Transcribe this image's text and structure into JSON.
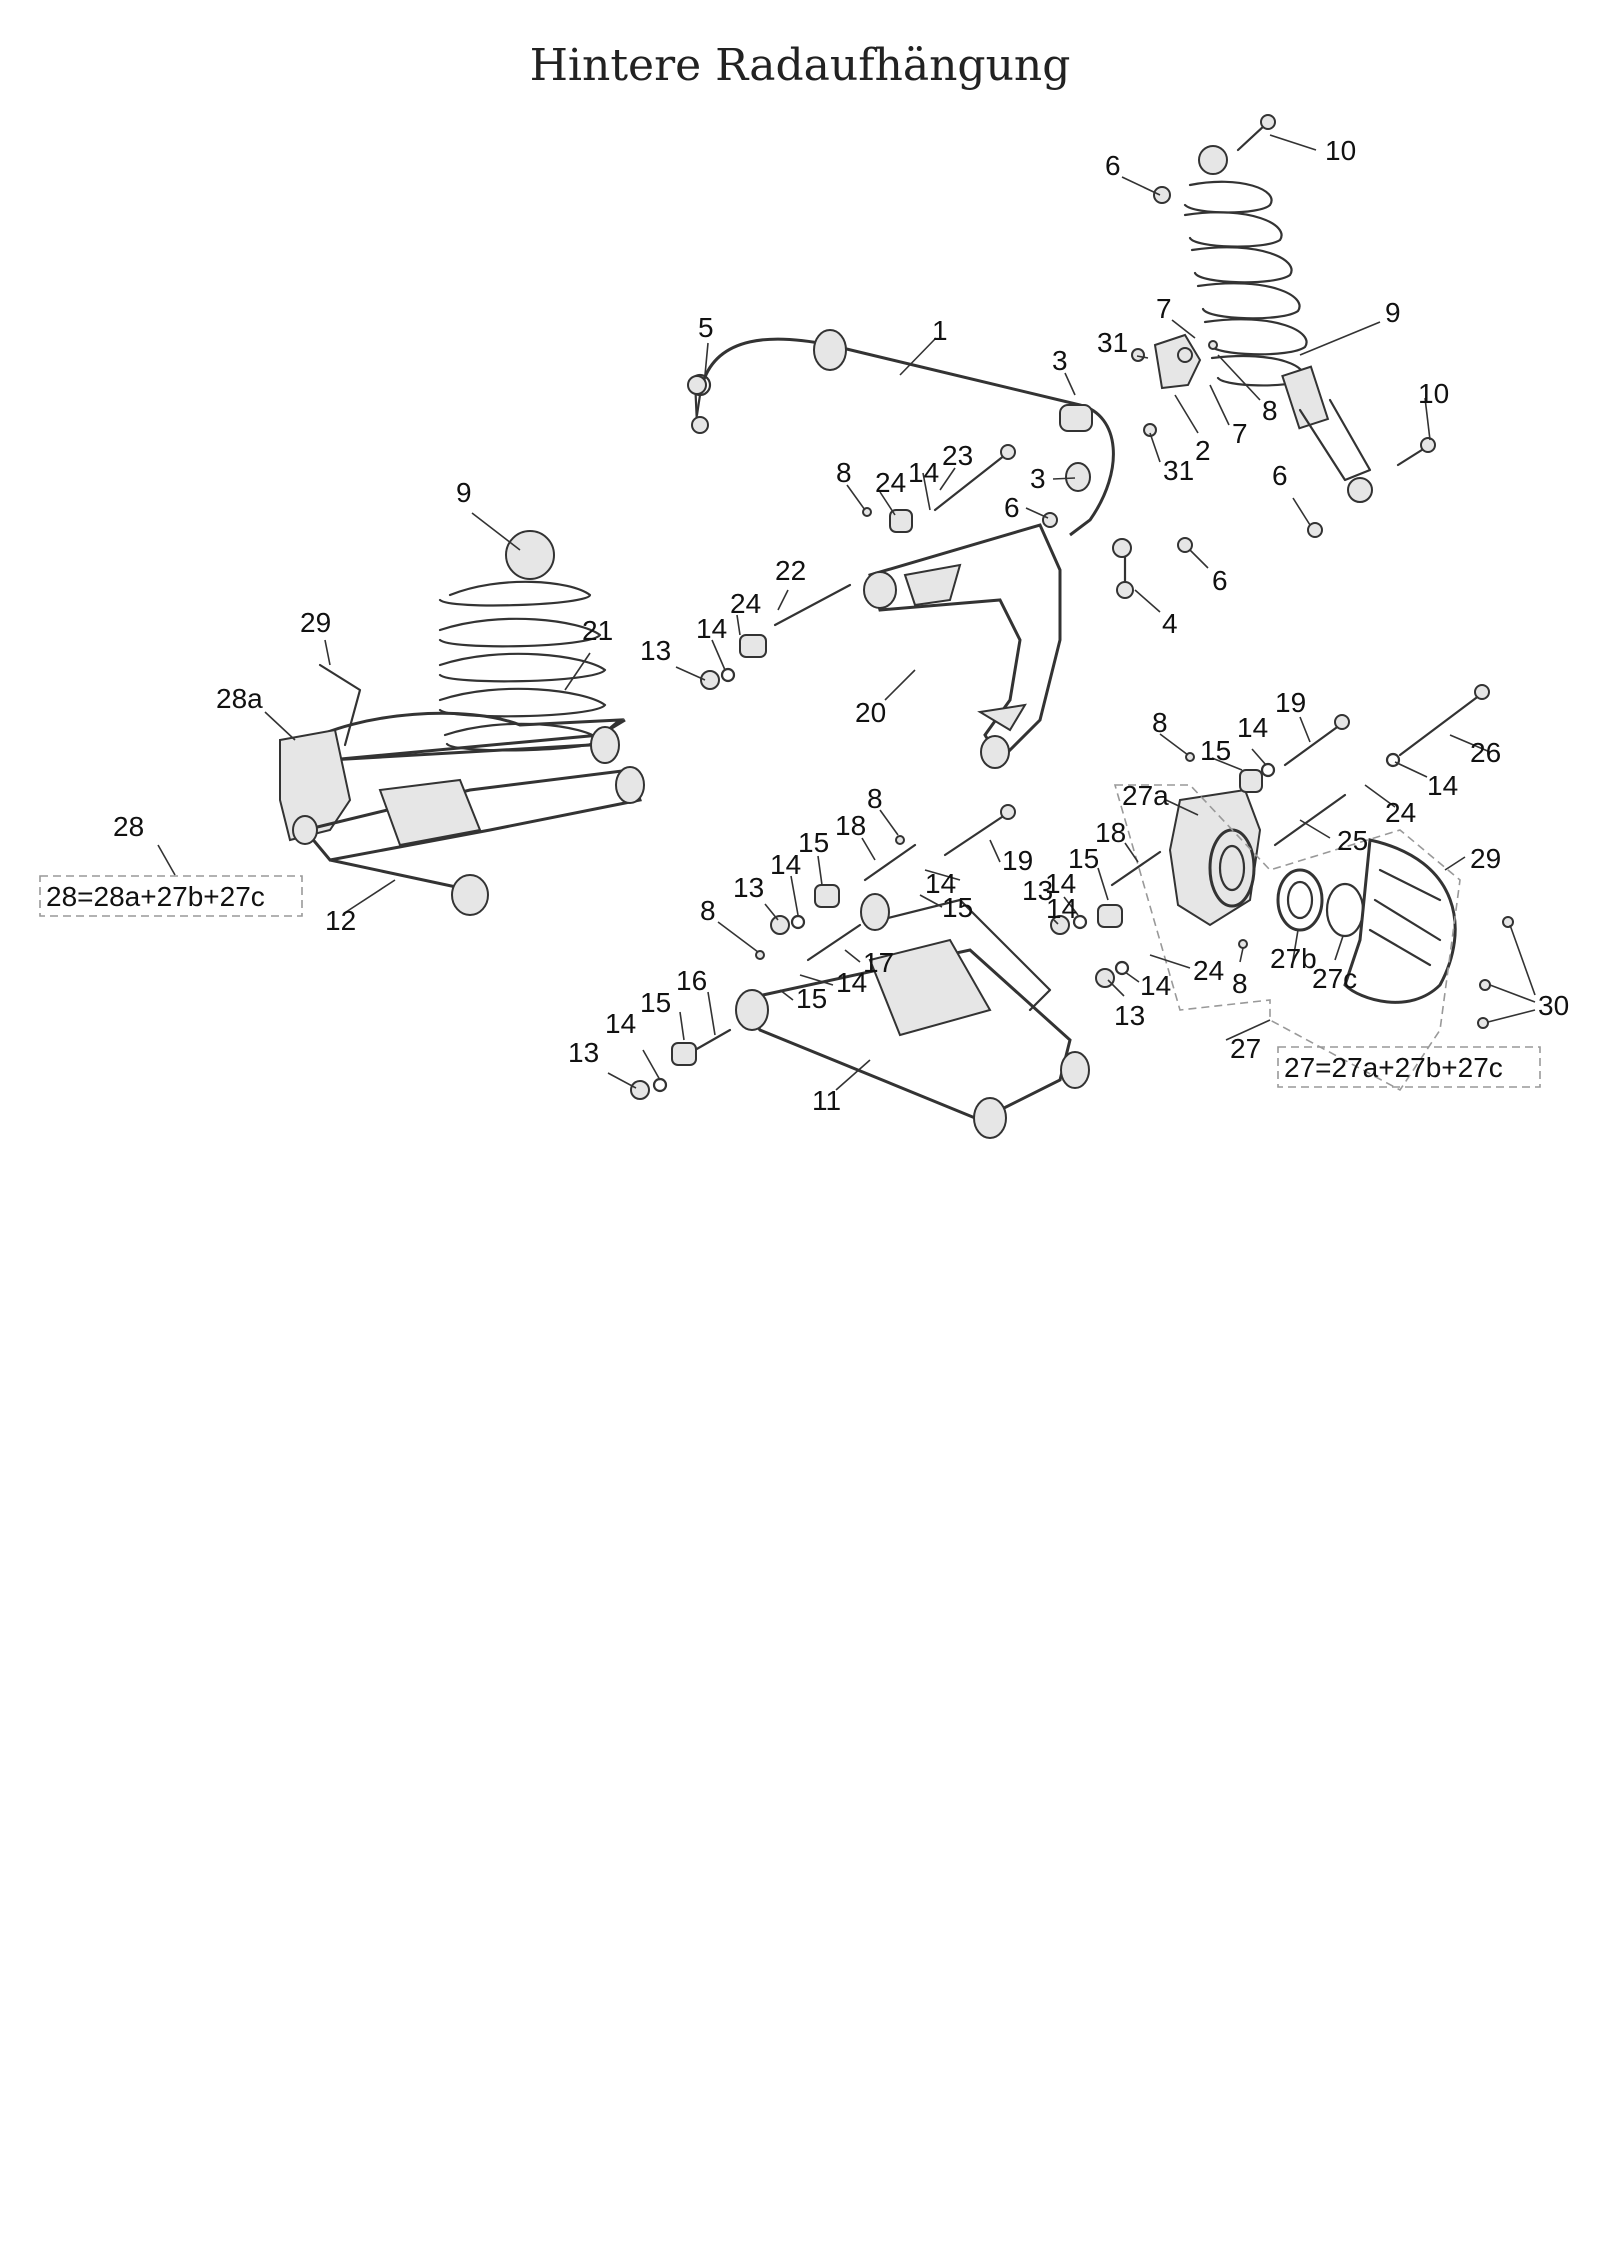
{
  "title": "Hintere Radaufhängung",
  "callouts": {
    "c1": "1",
    "c2": "2",
    "c3a": "3",
    "c3b": "3",
    "c4": "4",
    "c5": "5",
    "c6a": "6",
    "c6b": "6",
    "c6c": "6",
    "c6d": "6",
    "c7a": "7",
    "c7b": "7",
    "c8a": "8",
    "c8b": "8",
    "c8c": "8",
    "c8d": "8",
    "c8e": "8",
    "c8f": "8",
    "c9a": "9",
    "c9b": "9",
    "c10a": "10",
    "c10b": "10",
    "c11": "11",
    "c12": "12",
    "c13a": "13",
    "c13b": "13",
    "c13c": "13",
    "c13d": "13",
    "c13e": "13",
    "c14a": "14",
    "c14b": "14",
    "c14c": "14",
    "c14d": "14",
    "c14e": "14",
    "c14f": "14",
    "c14g": "14",
    "c14h": "14",
    "c14i": "14",
    "c14j": "14",
    "c14k": "14",
    "c15a": "15",
    "c15b": "15",
    "c15c": "15",
    "c15d": "15",
    "c15e": "15",
    "c15f": "15",
    "c16": "16",
    "c17": "17",
    "c18a": "18",
    "c18b": "18",
    "c19a": "19",
    "c19b": "19",
    "c20": "20",
    "c21": "21",
    "c22": "22",
    "c23": "23",
    "c24a": "24",
    "c24b": "24",
    "c24c": "24",
    "c24d": "24",
    "c25": "25",
    "c26": "26",
    "c27": "27",
    "c27a": "27a",
    "c27b": "27b",
    "c27c": "27c",
    "c28": "28",
    "c28a": "28a",
    "c29a": "29",
    "c29b": "29",
    "c30": "30",
    "c31a": "31",
    "c31b": "31"
  },
  "formulas": {
    "f28": "28=28a+27b+27c",
    "f27": "27=27a+27b+27c"
  }
}
